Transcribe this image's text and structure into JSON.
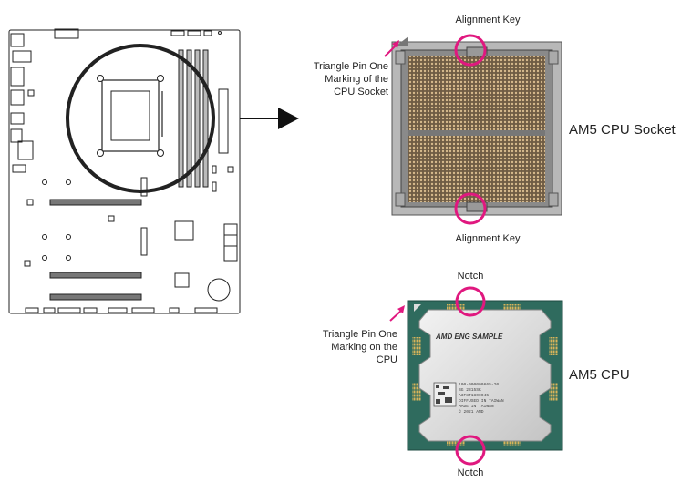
{
  "socket": {
    "alignment_key_top": "Alignment Key",
    "alignment_key_bottom": "Alignment Key",
    "triangle_line1": "Triangle Pin One",
    "triangle_line2": "Marking of the",
    "triangle_line3": "CPU Socket",
    "title": "AM5 CPU Socket"
  },
  "cpu": {
    "notch_top": "Notch",
    "notch_bottom": "Notch",
    "triangle_line1": "Triangle Pin One",
    "triangle_line2": "Marking on the",
    "triangle_line3": "CPU",
    "title": "AM5 CPU",
    "print_brand": "AMD ENG SAMPLE",
    "print_lines": [
      "100-000000665-20",
      "BG 2315SK",
      "A3F8T1800045",
      "DIFFUSED IN TAIWAN",
      "MADE IN TAIWAN",
      "© 2021 AMD"
    ]
  },
  "colors": {
    "accent": "#e0187f",
    "cpu_substrate": "#2f6b5e",
    "socket_metal": "#8a8a8a",
    "pins": "#a88a5a"
  }
}
